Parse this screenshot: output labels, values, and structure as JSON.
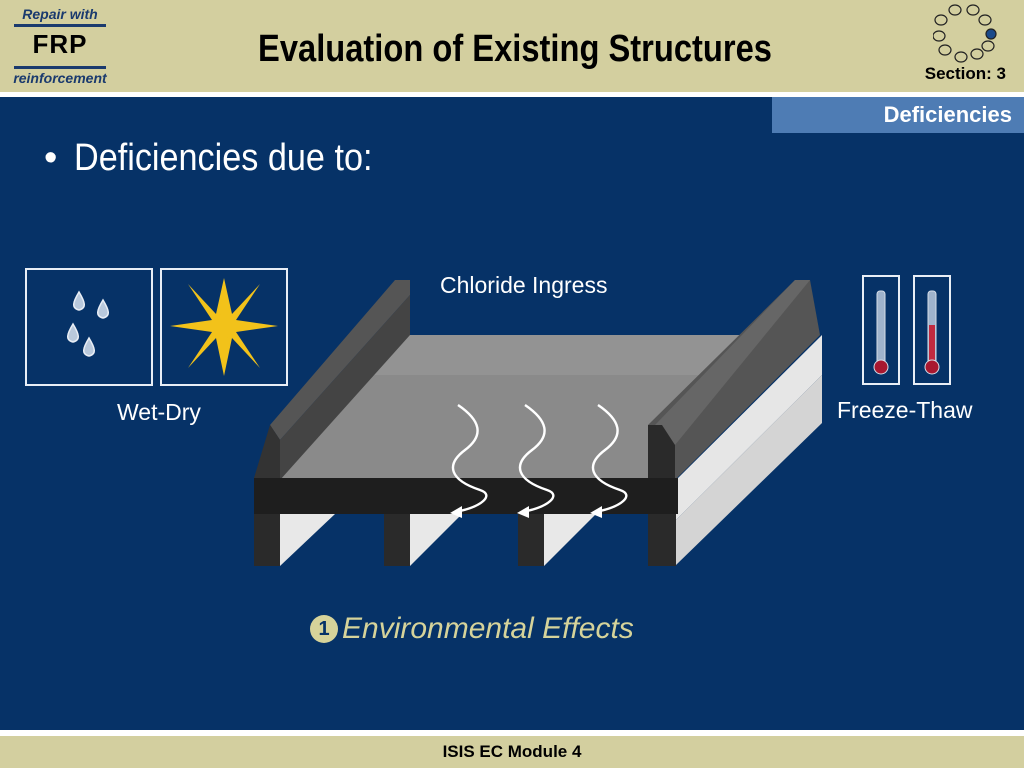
{
  "header": {
    "logo": {
      "line1": "Repair with",
      "line2": "FRP",
      "line3": "reinforcement"
    },
    "title": "Evaluation of Existing Structures",
    "section": "Section: 3"
  },
  "tab": {
    "label": "Deficiencies"
  },
  "bullet": {
    "text": "Deficiencies due to:"
  },
  "labels": {
    "wet_dry": "Wet-Dry",
    "chloride": "Chloride Ingress",
    "freeze_thaw": "Freeze-Thaw"
  },
  "caption": {
    "number": "1",
    "text": "Environmental Effects"
  },
  "footer": {
    "text": "ISIS EC Module 4"
  },
  "icons": [
    "water-drops-icon",
    "sun-icon",
    "thermometer-icon",
    "bridge-deck-illustration",
    "ring-progress-icon"
  ],
  "colors": {
    "main_bg": "#063267",
    "header_bg": "#d3cf9f",
    "tab_bg": "#4e7cb4",
    "caption": "#d6d39a",
    "sun": "#f2c21a"
  }
}
